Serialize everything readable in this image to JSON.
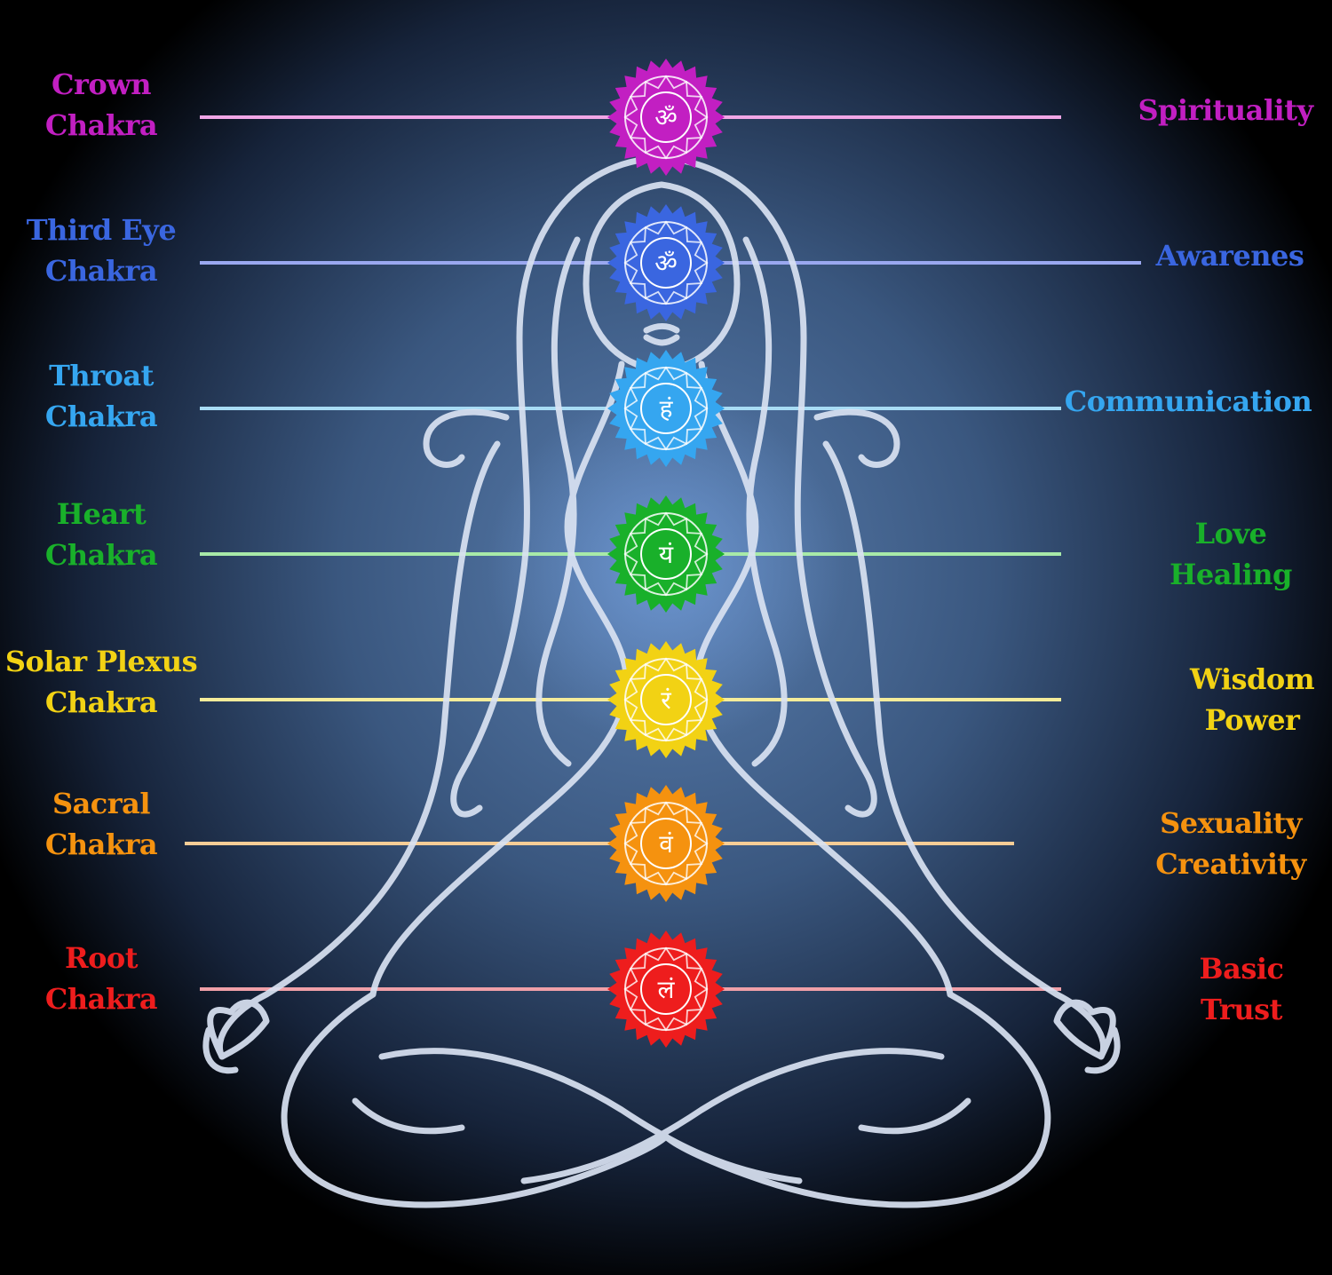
{
  "colors": {
    "background_center": "#4d6e9c",
    "background_edge": "#000000",
    "figure_outline": "#d9e2f2"
  },
  "chakras": [
    {
      "name": [
        "Crown",
        "Chakra"
      ],
      "meaning": [
        "Spirituality"
      ],
      "color": "#c21fc2",
      "line_color": "#f0a6e6",
      "symbol": "ॐ"
    },
    {
      "name": [
        "Third Eye",
        "Chakra"
      ],
      "meaning": [
        "Awarenes"
      ],
      "color": "#3a66e0",
      "line_color": "#9aa8f0",
      "symbol": "ॐ"
    },
    {
      "name": [
        "Throat",
        "Chakra"
      ],
      "meaning": [
        "Communication"
      ],
      "color": "#35a6f0",
      "line_color": "#a8dcf5",
      "symbol": "हं"
    },
    {
      "name": [
        "Heart",
        "Chakra"
      ],
      "meaning": [
        "Love",
        "Healing"
      ],
      "color": "#19b02a",
      "line_color": "#a8eaa8",
      "symbol": "यं"
    },
    {
      "name": [
        "Solar Plexus",
        "Chakra"
      ],
      "meaning": [
        "Wisdom",
        "Power"
      ],
      "color": "#f2d214",
      "line_color": "#f5ec9a",
      "symbol": "रं"
    },
    {
      "name": [
        "Sacral",
        "Chakra"
      ],
      "meaning": [
        "Sexuality",
        "Creativity"
      ],
      "color": "#f5920f",
      "line_color": "#f7cd96",
      "symbol": "वं"
    },
    {
      "name": [
        "Root",
        "Chakra"
      ],
      "meaning": [
        "Basic",
        "Trust"
      ],
      "color": "#ee1d1d",
      "line_color": "#f0a0a8",
      "symbol": "लं"
    }
  ]
}
